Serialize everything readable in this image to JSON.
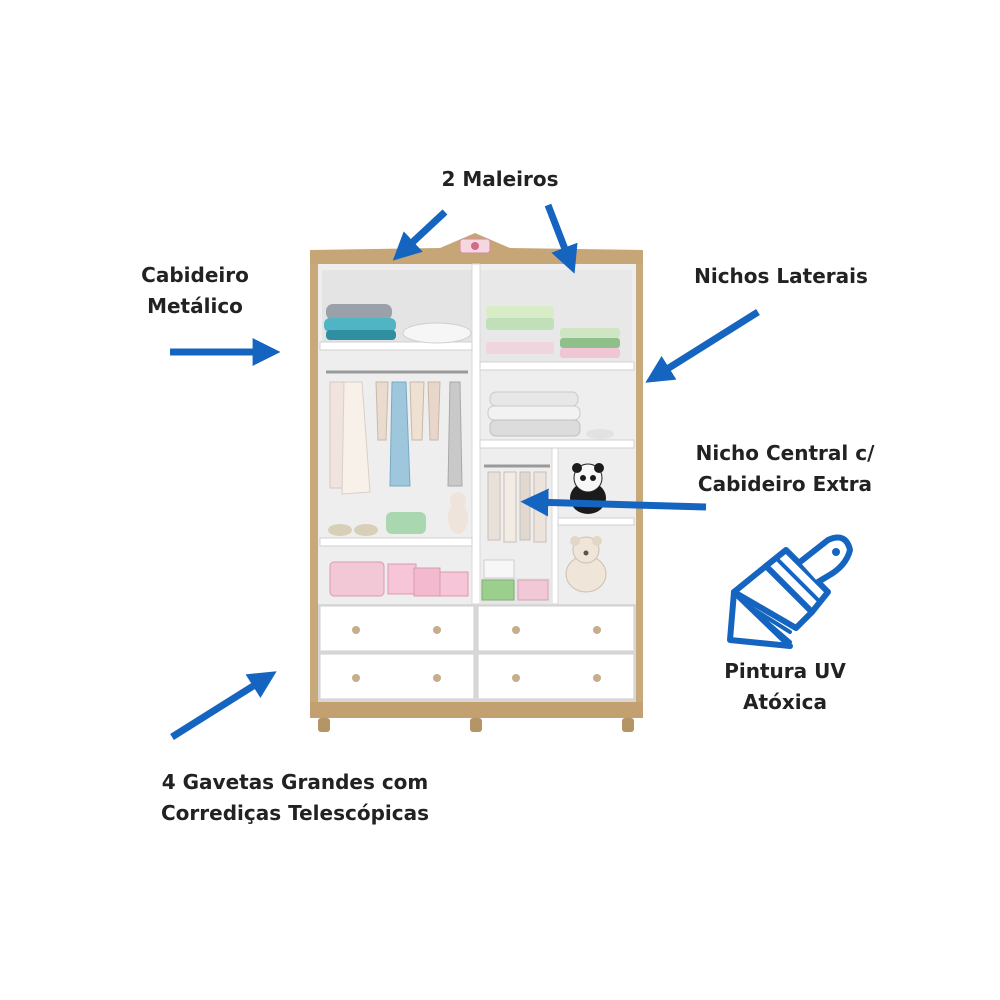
{
  "colors": {
    "arrow": "#1565c0",
    "wood": "#c8a97a",
    "wood_dark": "#a9865a",
    "panel": "#ffffff",
    "interior": "#ececec",
    "text": "#222222"
  },
  "labels": {
    "maleiros": [
      "2 Maleiros"
    ],
    "cabideiro": [
      "Cabideiro",
      "Metálico"
    ],
    "nichos_laterais": [
      "Nichos Laterais"
    ],
    "nicho_central": [
      "Nicho Central c/",
      "Cabideiro Extra"
    ],
    "pintura": [
      "Pintura UV",
      "Atóxica"
    ],
    "gavetas": [
      "4 Gavetas Grandes com",
      "Corrediças Telescópicas"
    ]
  },
  "icons": {
    "wardrobe": "wardrobe-illustration",
    "brush": "paint-brush-icon",
    "arrow": "arrow-icon"
  }
}
